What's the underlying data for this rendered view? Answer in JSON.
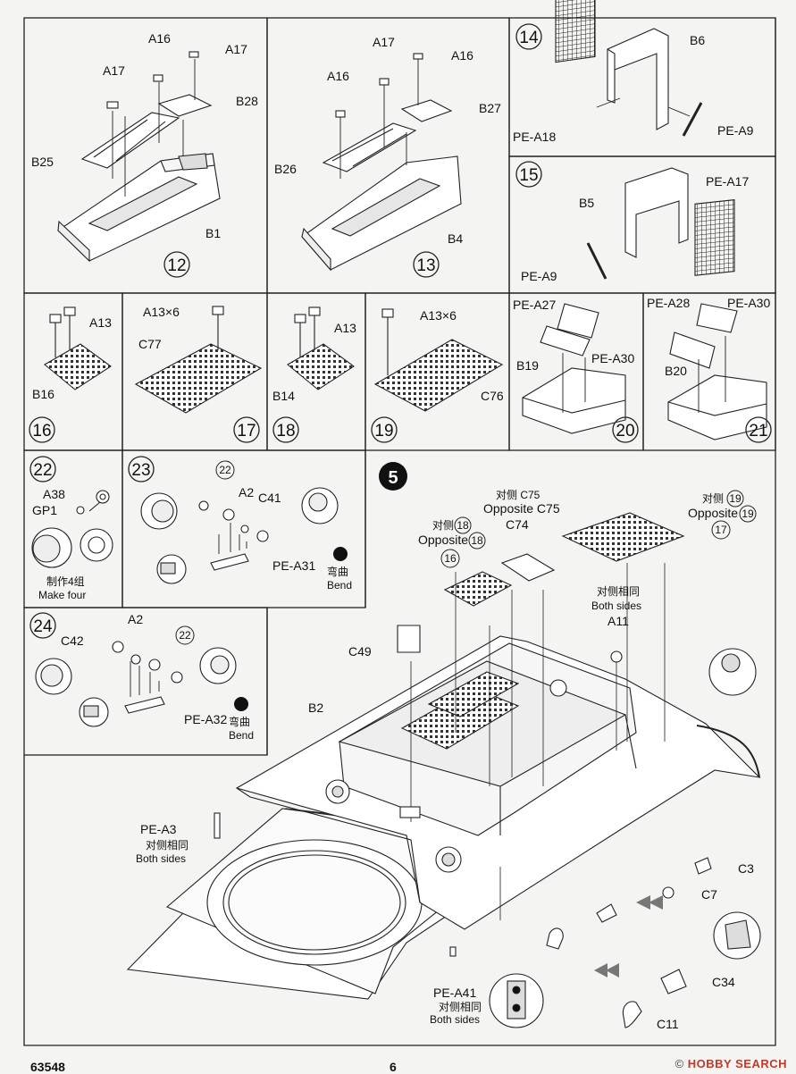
{
  "steps": {
    "s12": {
      "num": "12",
      "parts": [
        "A16",
        "A17",
        "A17",
        "B28",
        "B25",
        "B1"
      ]
    },
    "s13": {
      "num": "13",
      "parts": [
        "A17",
        "A16",
        "A16",
        "B27",
        "B26",
        "B4"
      ]
    },
    "s14": {
      "num": "14",
      "parts": [
        "B6",
        "PE-A18",
        "PE-A9"
      ]
    },
    "s15": {
      "num": "15",
      "parts": [
        "B5",
        "PE-A17",
        "PE-A9"
      ]
    },
    "s16": {
      "num": "16",
      "parts": [
        "A13",
        "B16"
      ]
    },
    "s17": {
      "num": "17",
      "parts": [
        "A13×6",
        "C77"
      ]
    },
    "s18": {
      "num": "18",
      "parts": [
        "A13",
        "B14"
      ]
    },
    "s19": {
      "num": "19",
      "parts": [
        "A13×6",
        "C76"
      ]
    },
    "s20": {
      "num": "20",
      "parts": [
        "PE-A27",
        "PE-A30",
        "B19"
      ]
    },
    "s21": {
      "num": "21",
      "parts": [
        "PE-A28",
        "PE-A30",
        "B20"
      ]
    },
    "s22": {
      "num": "22",
      "parts": [
        "A38",
        "GP1"
      ],
      "note_cn": "制作4组",
      "note_en": "Make four"
    },
    "s23": {
      "num": "23",
      "ref": "22",
      "parts": [
        "A2",
        "C41",
        "PE-A31"
      ],
      "bend_cn": "弯曲",
      "bend_en": "Bend"
    },
    "s24": {
      "num": "24",
      "ref": "22",
      "parts": [
        "A2",
        "C42",
        "PE-A32"
      ],
      "bend_cn": "弯曲",
      "bend_en": "Bend"
    }
  },
  "main": {
    "num": "5",
    "c75_cn": "对侧 C75",
    "c75_en": "Opposite C75",
    "c74": "C74",
    "s19_cn": "对侧",
    "s19_ref": "19",
    "s19_en": "Opposite",
    "s19_ref2": "19",
    "s17_ref": "17",
    "s18_cn": "对侧",
    "s18_ref": "18",
    "s18_en": "Opposite",
    "s18_ref2": "18",
    "s16_ref": "16",
    "a11_cn": "对侧相同",
    "a11_en": "Both sides",
    "a11": "A11",
    "c49": "C49",
    "b2": "B2",
    "pea3": "PE-A3",
    "pea3_cn": "对侧相同",
    "pea3_en": "Both sides",
    "c3": "C3",
    "c7": "C7",
    "c34": "C34",
    "c11": "C11",
    "pea41": "PE-A41",
    "pea41_cn": "对侧相同",
    "pea41_en": "Both sides"
  },
  "footer": {
    "code": "63548",
    "page": "6",
    "watermark_a": "© ",
    "watermark_b": "HOBBY SEARCH"
  }
}
